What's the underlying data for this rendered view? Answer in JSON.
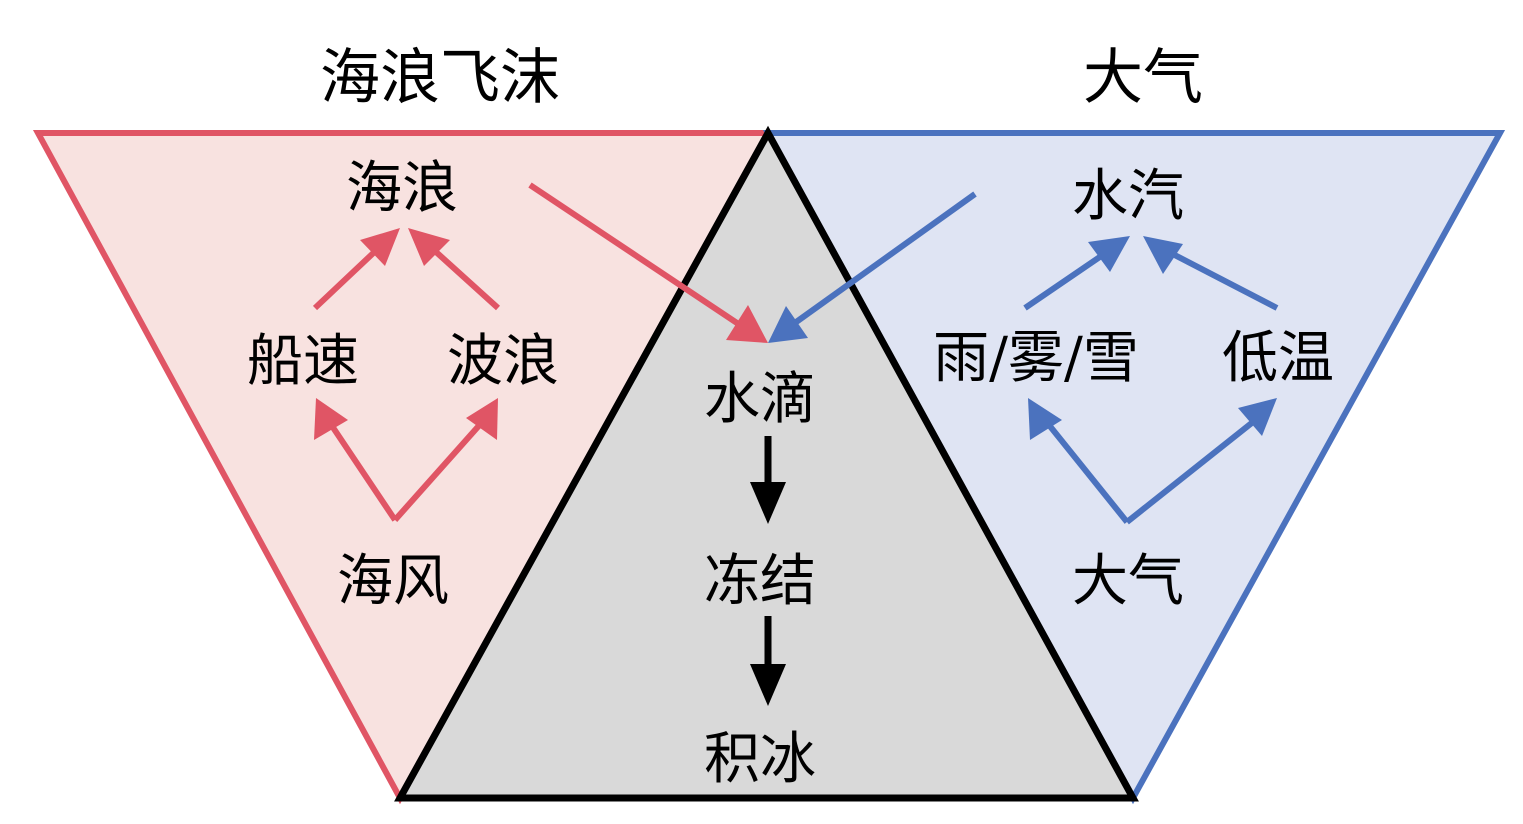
{
  "colors": {
    "spray": "#e05565",
    "spray_fill": "#f8e2e0",
    "atmosphere": "#4b72be",
    "atmosphere_fill": "#dfe4f3",
    "ice": "#000000",
    "ice_fill": "#d9d9d9"
  },
  "headings": {
    "spray": "海浪飞沫",
    "atmosphere": "大气"
  },
  "spray": {
    "waves": "海浪",
    "ship_speed": "船速",
    "swell": "波浪",
    "sea_wind": "海风"
  },
  "atmosphere": {
    "vapor": "水汽",
    "precipitation": "雨/雾/雪",
    "low_temp": "低温",
    "air": "大气"
  },
  "icing": {
    "droplets": "水滴",
    "freezing": "冻结",
    "ice_accretion": "积冰"
  }
}
